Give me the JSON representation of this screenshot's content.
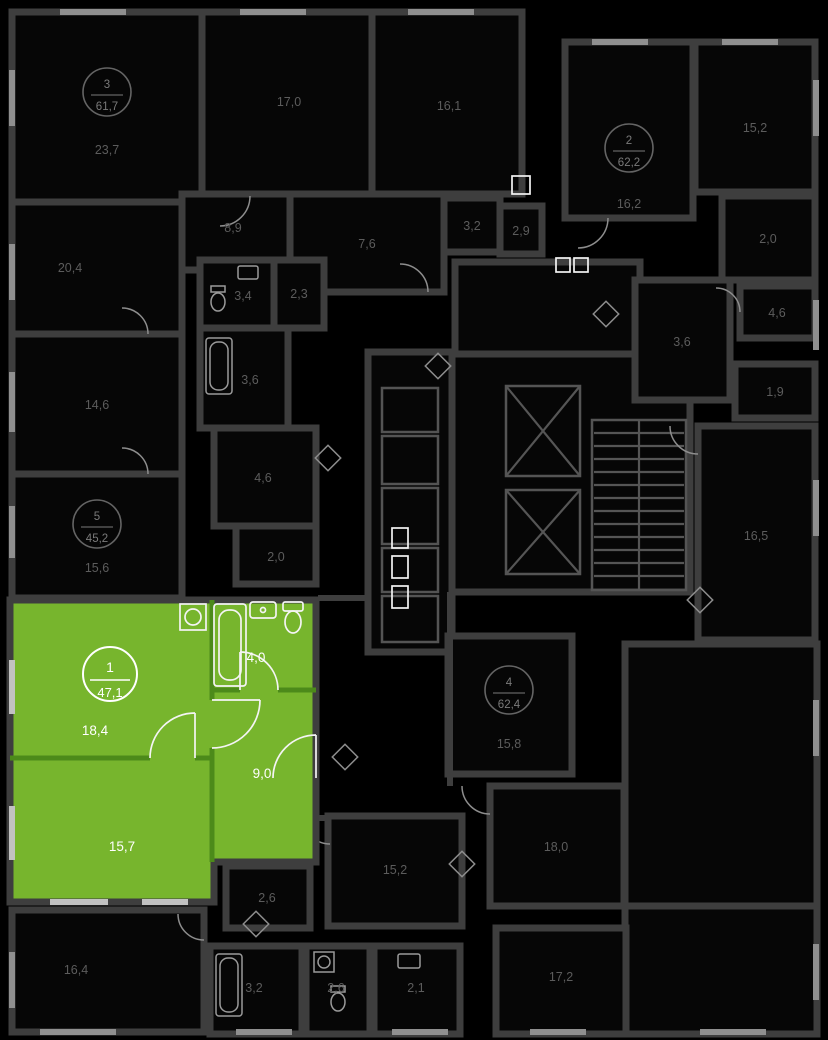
{
  "view": "residential-floor-plan",
  "colors": {
    "background": "#000000",
    "walls": "#3e3e3e",
    "dim_label": "#5c5c5c",
    "selected_fill": "#77b52d",
    "selected_text": "#ffffff"
  },
  "selected_apartment": {
    "number": "1",
    "total_area": "47,1",
    "rooms": [
      {
        "name": "living-room",
        "area": "18,4"
      },
      {
        "name": "bedroom",
        "area": "15,7"
      },
      {
        "name": "hallway",
        "area": "9,0"
      },
      {
        "name": "bathroom",
        "area": "4,0"
      }
    ]
  },
  "other_apartments": [
    {
      "number": "3",
      "total_area": "61,7"
    },
    {
      "number": "2",
      "total_area": "62,2"
    },
    {
      "number": "5",
      "total_area": "45,2"
    },
    {
      "number": "4",
      "total_area": "62,4"
    }
  ],
  "room_labels": [
    {
      "name": "living-room",
      "area": "23,7"
    },
    {
      "name": "bedroom",
      "area": "17,0"
    },
    {
      "name": "bedroom",
      "area": "16,1"
    },
    {
      "name": "hallway",
      "area": "8,9"
    },
    {
      "name": "kitchen",
      "area": "7,6"
    },
    {
      "name": "bathroom",
      "area": "3,2"
    },
    {
      "name": "wc",
      "area": "2,9"
    },
    {
      "name": "bathroom",
      "area": "3,4"
    },
    {
      "name": "wc",
      "area": "2,3"
    },
    {
      "name": "bathroom",
      "area": "3,6"
    },
    {
      "name": "hallway",
      "area": "4,6"
    },
    {
      "name": "wardrobe",
      "area": "2,0"
    },
    {
      "name": "living-room",
      "area": "20,4"
    },
    {
      "name": "bedroom",
      "area": "14,6"
    },
    {
      "name": "living-room",
      "area": "15,6"
    },
    {
      "name": "living-room",
      "area": "16,2"
    },
    {
      "name": "bedroom",
      "area": "15,2"
    },
    {
      "name": "wardrobe",
      "area": "2,0"
    },
    {
      "name": "bathroom",
      "area": "4,6"
    },
    {
      "name": "hallway",
      "area": "3,6"
    },
    {
      "name": "wc",
      "area": "1,9"
    },
    {
      "name": "living-room",
      "area": "16,5"
    },
    {
      "name": "living-room",
      "area": "15,8"
    },
    {
      "name": "bedroom",
      "area": "18,0"
    },
    {
      "name": "bedroom",
      "area": "15,2"
    },
    {
      "name": "hallway",
      "area": "2,6"
    },
    {
      "name": "bedroom",
      "area": "16,4"
    },
    {
      "name": "bathroom",
      "area": "3,2"
    },
    {
      "name": "wc",
      "area": "2,6"
    },
    {
      "name": "wc",
      "area": "2,1"
    },
    {
      "name": "living-room",
      "area": "17,2"
    }
  ]
}
